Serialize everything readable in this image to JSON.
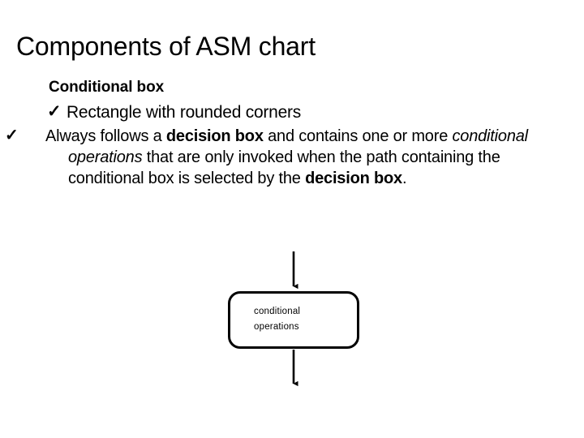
{
  "slide": {
    "title": "Components of ASM chart",
    "heading": "Conditional box",
    "bullets": [
      {
        "marker": "check-mark",
        "marker_glyph": "✓",
        "text": "Rectangle with rounded corners"
      },
      {
        "marker": "check-mark",
        "marker_glyph": "✓",
        "segments": [
          {
            "text": "Always follows a ",
            "style": "normal"
          },
          {
            "text": "decision box",
            "style": "bold"
          },
          {
            "text": " and contains one or more ",
            "style": "normal"
          },
          {
            "text": "conditional operations",
            "style": "italic"
          },
          {
            "text": " that are only invoked when the path containing the conditional box is selected by the ",
            "style": "normal"
          },
          {
            "text": "decision box",
            "style": "bold"
          },
          {
            "text": ".",
            "style": "normal"
          }
        ],
        "plain_text": "Always follows a decision box and contains one or more conditional operations that are only invoked when the path containing the conditional box is selected by the decision box."
      }
    ]
  },
  "diagram": {
    "type": "asm-conditional-box",
    "incoming_arrow": {
      "label": "",
      "direction": "down"
    },
    "conditional_box": {
      "line1": "conditional",
      "line2": "operations",
      "shape": "rounded-rectangle"
    },
    "outgoing_arrow": {
      "label": "",
      "direction": "down"
    },
    "stroke_color": "#000000",
    "fill_color": "#FFFFFF"
  }
}
